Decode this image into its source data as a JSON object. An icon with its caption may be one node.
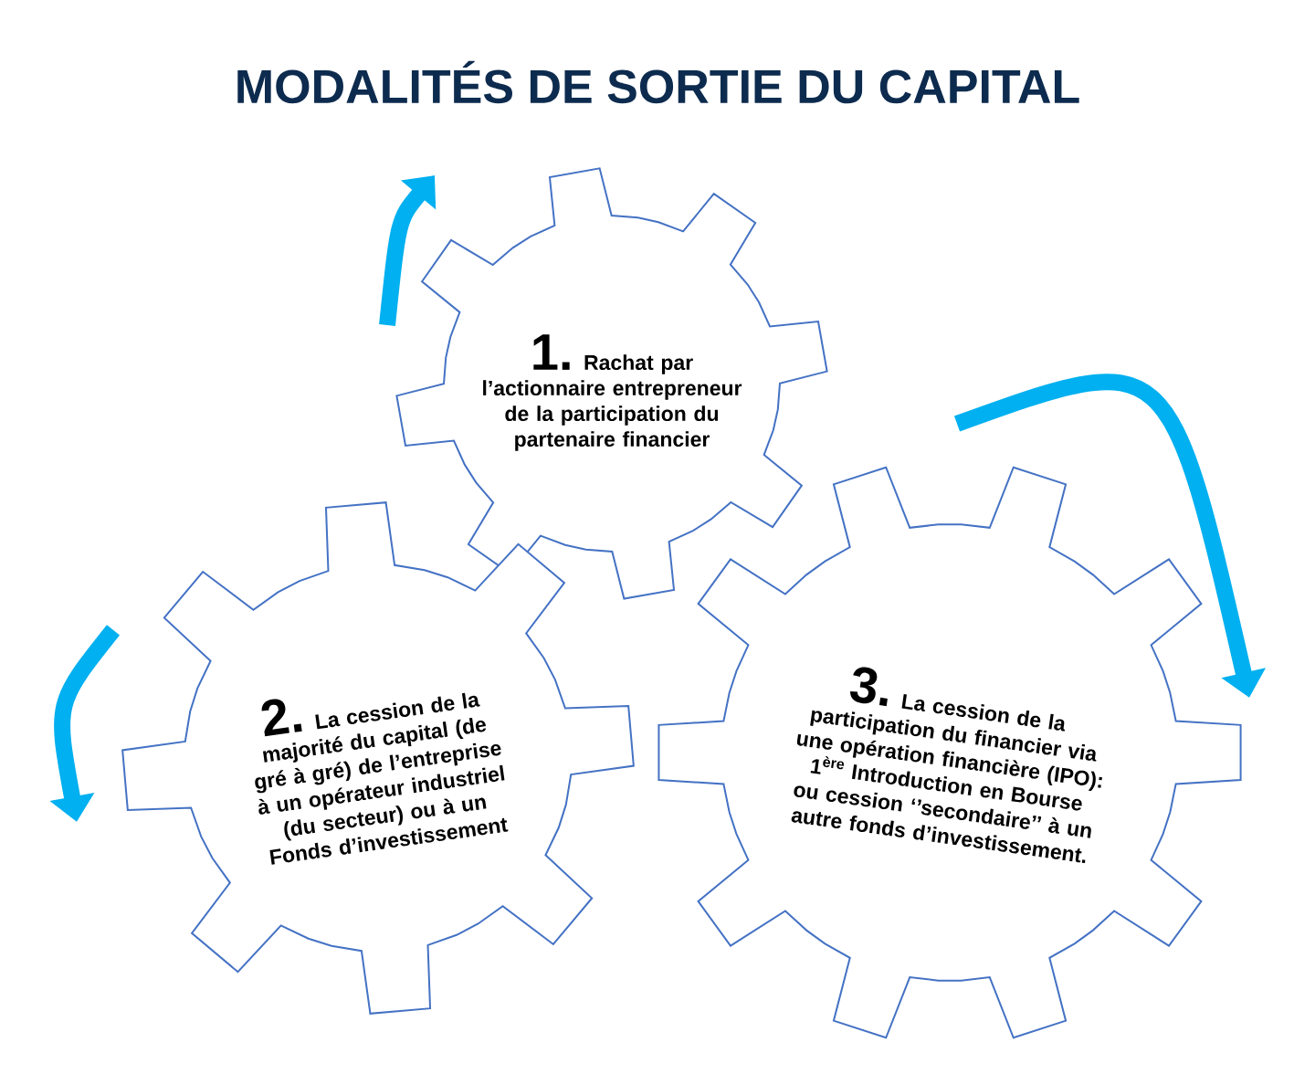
{
  "diagram": {
    "title": "MODALITÉS DE SORTIE DU CAPITAL",
    "nodes": [
      {
        "text": [
          "1.",
          "Rachat par l’actionnaire entrepreneur de la participation du partenaire financier"
        ]
      },
      {
        "text": [
          "2.",
          "La cession de la majorité du capital (de gré à gré) de l’entreprise à un opérateur industriel (du secteur) ou à un Fonds d’investissement"
        ]
      },
      {
        "text": [
          "3.",
          "La cession de la participation du financier via une opération financière (IPO):",
          "1$^{ère}$ Introduction en Bourse",
          "ou cession ‘’secondaire’’ à un autre fonds d’investissement."
        ]
      }
    ]
  }
}
